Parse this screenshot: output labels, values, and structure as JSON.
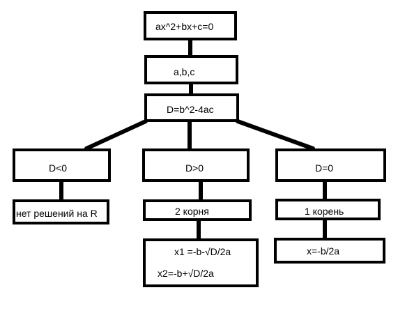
{
  "nodes": {
    "equation": "ax^2+bx+c=0",
    "coefficients": "a,b,c",
    "discriminant": "D=b^2-4ac",
    "d_negative": "D<0",
    "d_positive": "D>0",
    "d_zero": "D=0",
    "no_solutions": "нет решений на R",
    "two_roots": "2 корня",
    "one_root": "1 корень",
    "x1_formula": "x1 =-b-√D/2a",
    "x2_formula": "x2=-b+√D/2a",
    "x_formula": "x=-b/2a"
  },
  "colors": {
    "line": "#000000",
    "background": "#ffffff"
  }
}
